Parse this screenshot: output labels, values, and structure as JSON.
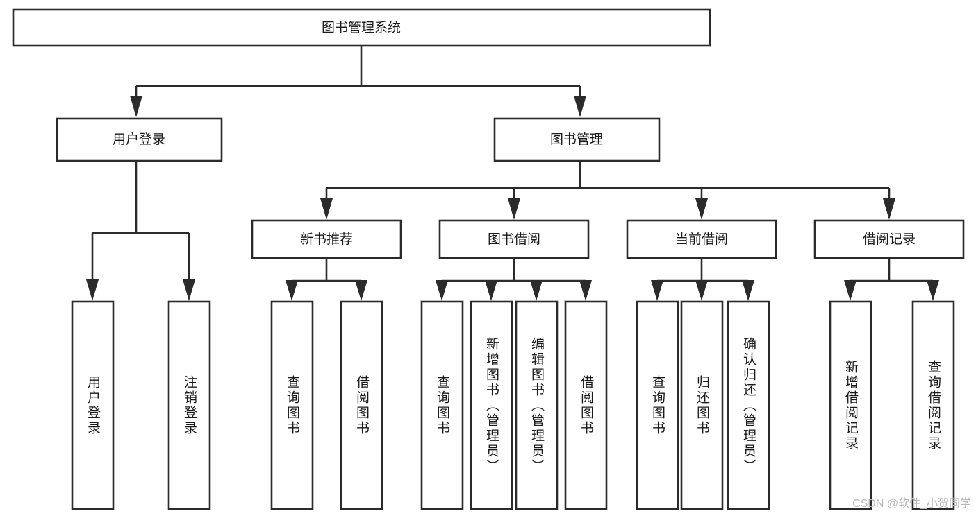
{
  "diagram": {
    "title": "图书管理系统",
    "type": "tree",
    "colors": {
      "background": "#ffffff",
      "box_fill": "#ffffff",
      "stroke": "#2b2b2b",
      "text": "#1a1a1a",
      "watermark": "#b8b8b8"
    },
    "root": {
      "label": "图书管理系统",
      "orientation": "horizontal"
    },
    "level2": [
      {
        "label": "用户登录",
        "orientation": "horizontal"
      },
      {
        "label": "图书管理",
        "orientation": "horizontal"
      }
    ],
    "level3": [
      {
        "label": "新书推荐",
        "orientation": "horizontal"
      },
      {
        "label": "图书借阅",
        "orientation": "horizontal"
      },
      {
        "label": "当前借阅",
        "orientation": "horizontal"
      },
      {
        "label": "借阅记录",
        "orientation": "horizontal"
      }
    ],
    "leaves": {
      "user_login": [
        {
          "label": "用户登录",
          "orientation": "vertical"
        },
        {
          "label": "注销登录",
          "orientation": "vertical"
        }
      ],
      "new_book_recommend": [
        {
          "label": "查询图书",
          "orientation": "vertical"
        },
        {
          "label": "借阅图书",
          "orientation": "vertical"
        }
      ],
      "book_borrow": [
        {
          "label": "查询图书",
          "orientation": "vertical"
        },
        {
          "label": "新增图书（管理员）",
          "orientation": "vertical"
        },
        {
          "label": "编辑图书（管理员）",
          "orientation": "vertical"
        },
        {
          "label": "借阅图书",
          "orientation": "vertical"
        }
      ],
      "current_borrow": [
        {
          "label": "查询图书",
          "orientation": "vertical"
        },
        {
          "label": "归还图书",
          "orientation": "vertical"
        },
        {
          "label": "确认归还（管理员）",
          "orientation": "vertical"
        }
      ],
      "borrow_record": [
        {
          "label": "新增借阅记录",
          "orientation": "vertical"
        },
        {
          "label": "查询借阅记录",
          "orientation": "vertical"
        }
      ]
    },
    "watermark": "CSDN @软件_小贺同学"
  }
}
